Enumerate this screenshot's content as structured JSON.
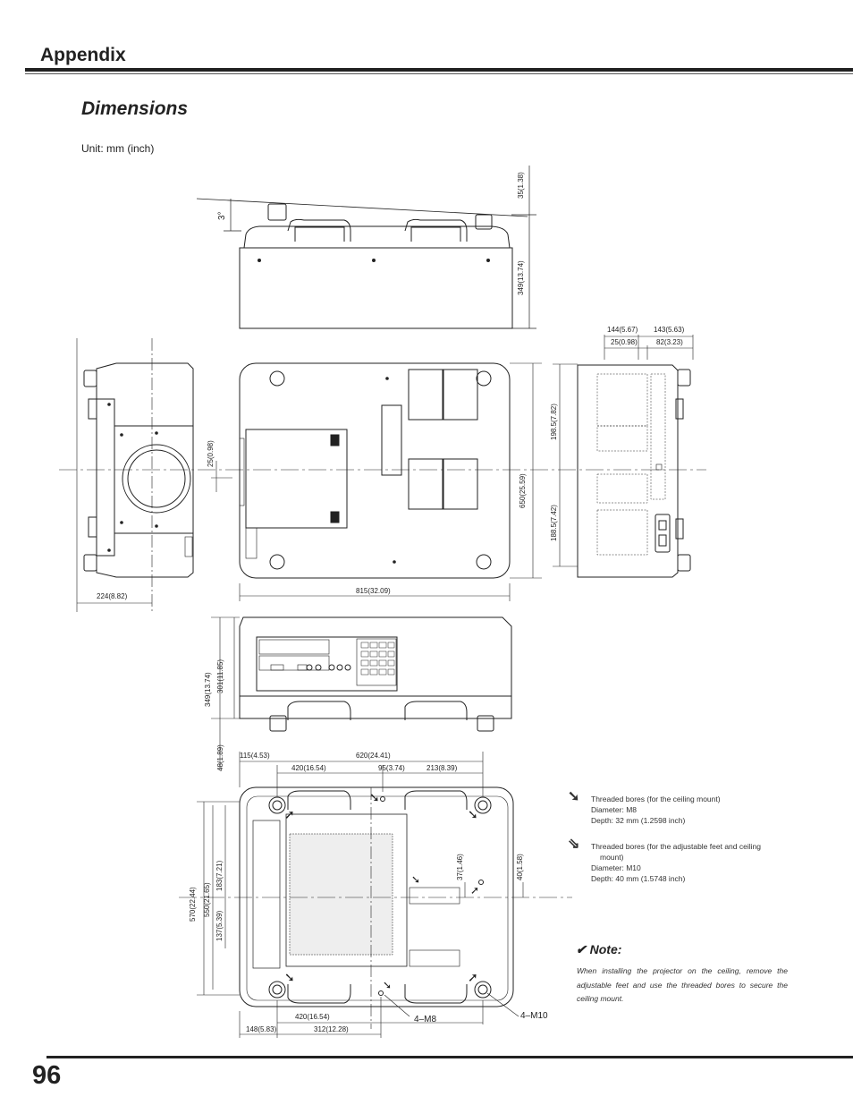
{
  "header": {
    "section": "Appendix"
  },
  "page": {
    "title": "Dimensions",
    "unit_label": "Unit: mm (inch)",
    "number": "96"
  },
  "top_view": {
    "angle": "3°",
    "d_top": "35(1.38)",
    "d_height": "349(13.74)"
  },
  "front_view": {
    "d_lens_offset": "25(0.98)",
    "d_width": "224(8.82)"
  },
  "bottom_view": {
    "d_depth": "650(25.59)",
    "d_length": "815(32.09)"
  },
  "side_view": {
    "d_a": "144(5.67)",
    "d_b": "143(5.63)",
    "d_c": "25(0.98)",
    "d_d": "82(3.23)",
    "d_e": "198.5(7.82)",
    "d_f": "188.5(7.42)"
  },
  "rear_view": {
    "d_height_total": "349(13.74)",
    "d_height_body": "301(11.85)",
    "d_foot": "48(1.89)"
  },
  "ceiling_view": {
    "d_w_total": "620(24.41)",
    "d_left": "115(4.53)",
    "d_span": "420(16.54)",
    "d_mid": "95(3.74)",
    "d_right": "213(8.39)",
    "d_h1": "570(22.44)",
    "d_h2": "550(21.65)",
    "d_h3": "183(7.21)",
    "d_h4": "137(5.39)",
    "d_h5": "37(1.46)",
    "d_h6": "40(1.58)",
    "d_bot_span": "420(16.54)",
    "d_bot_left": "148(5.83)",
    "d_bot_right": "312(12.28)",
    "label_m8": "4–M8",
    "label_m10": "4–M10"
  },
  "legend": {
    "m8": {
      "line1": "Threaded bores (for the ceiling mount)",
      "line2": "Diameter:  M8",
      "line3": "Depth: 32 mm (1.2598 inch)"
    },
    "m10": {
      "line1": "Threaded  bores  (for  the  adjustable  feet  and  ceiling",
      "line1b": "mount)",
      "line2": "Diameter:  M10",
      "line3": "Depth: 40 mm (1.5748 inch)"
    }
  },
  "note": {
    "title": "Note:",
    "text": "When installing the projector on the ceiling, remove the adjustable feet and use the threaded bores to secure the ceiling mount."
  }
}
